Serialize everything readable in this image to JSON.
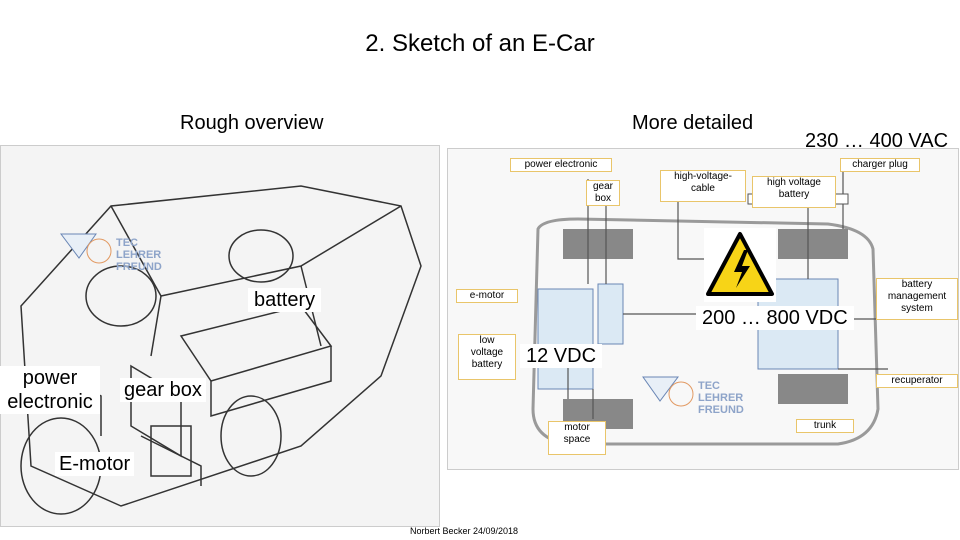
{
  "title": "2. Sketch of an E-Car",
  "left_header": "Rough overview",
  "right_header": "More detailed",
  "voltage_ac": "230 … 400 VAC",
  "voltage_dc_high": "200 … 800 VDC",
  "voltage_dc_low": "12 VDC",
  "left_labels": {
    "battery": "battery",
    "power_electronic_1": "power",
    "power_electronic_2": "electronic",
    "gear_box": "gear box",
    "e_motor": "E-motor"
  },
  "right_labels": {
    "power_electronic": "power electronic",
    "gear_box_1": "gear",
    "gear_box_2": "box",
    "hv_cable_1": "high-voltage-",
    "hv_cable_2": "cable",
    "hv_battery_1": "high voltage",
    "hv_battery_2": "battery",
    "charger_plug": "charger plug",
    "e_motor": "e-motor",
    "bms_1": "battery",
    "bms_2": "management",
    "bms_3": "system",
    "lv_battery_1": "low",
    "lv_battery_2": "voltage",
    "lv_battery_3": "battery",
    "recuperator": "recuperator",
    "motor_space_1": "motor",
    "motor_space_2": "space",
    "trunk": "trunk"
  },
  "watermark": [
    "TEC",
    "LEHRER",
    "FREUND"
  ],
  "footer": "Norbert Becker 24/09/2018",
  "colors": {
    "panel_bg": "#f4f4f4",
    "label_border": "#e9c56a",
    "warning_yellow": "#f7d417",
    "component_blue": "#dbe9f4"
  }
}
